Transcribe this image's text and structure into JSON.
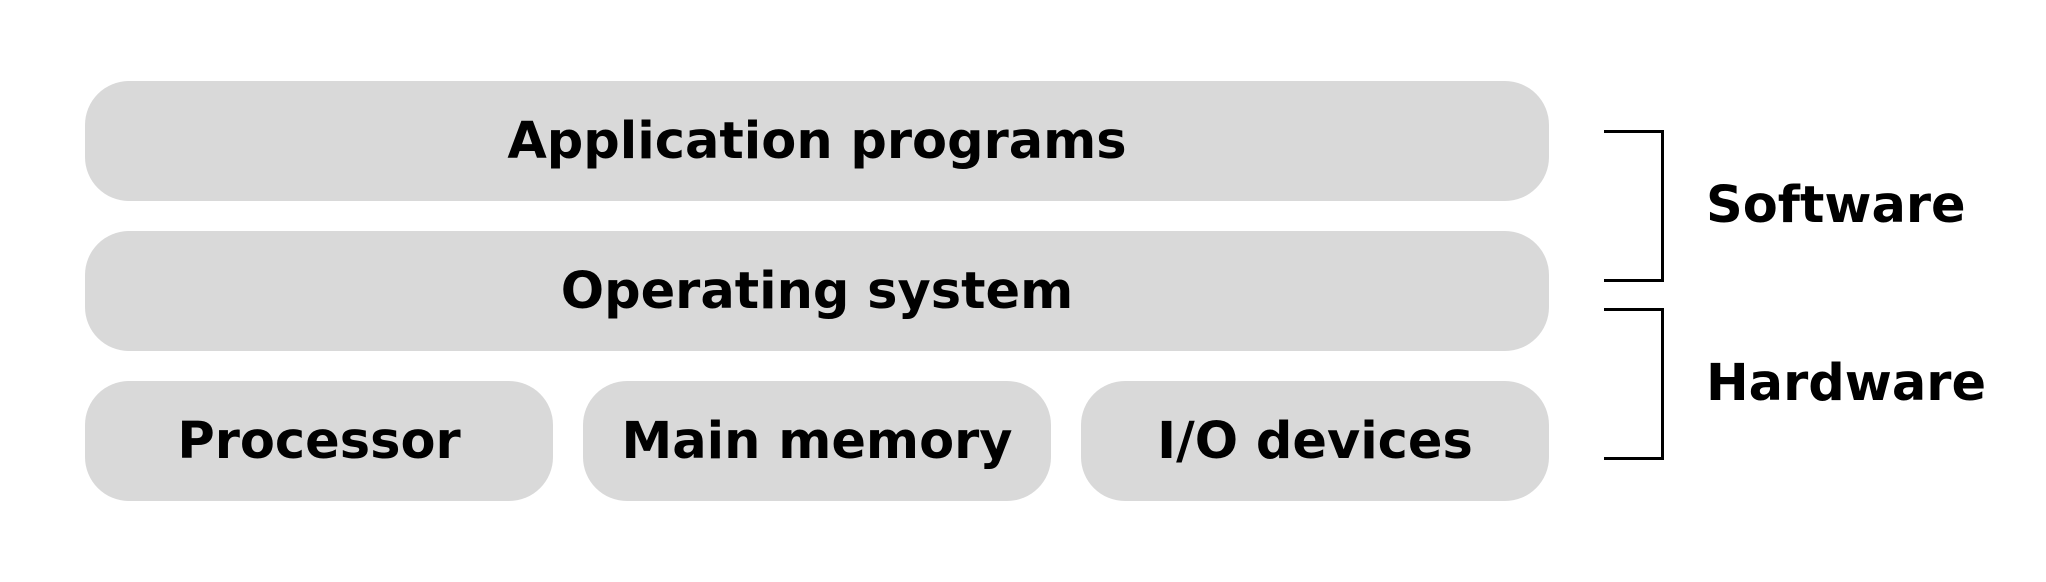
{
  "layers": {
    "application": "Application programs",
    "os": "Operating system",
    "hardware_components": [
      "Processor",
      "Main memory",
      "I/O devices"
    ]
  },
  "groups": {
    "software": "Software",
    "hardware": "Hardware"
  },
  "colors": {
    "box_fill": "#d9d9d9",
    "text": "#000000",
    "bracket": "#000000",
    "background": "#ffffff"
  }
}
